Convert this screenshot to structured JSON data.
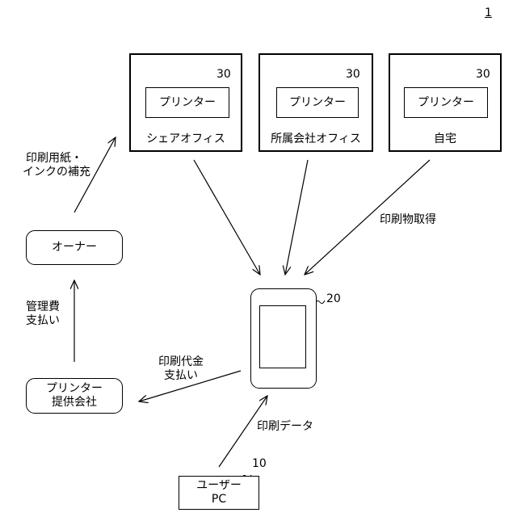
{
  "sheet_number": "1",
  "locations": [
    {
      "ref": "30",
      "printer_label": "プリンター",
      "place_label": "シェアオフィス"
    },
    {
      "ref": "30",
      "printer_label": "プリンター",
      "place_label": "所属会社オフィス"
    },
    {
      "ref": "30",
      "printer_label": "プリンター",
      "place_label": "自宅"
    }
  ],
  "owner": {
    "label": "オーナー"
  },
  "printer_provider": {
    "line1": "プリンター",
    "line2": "提供会社"
  },
  "mobile_device": {
    "ref": "20"
  },
  "user_pc": {
    "ref": "10",
    "line1": "ユーザー",
    "line2": "PC"
  },
  "labels": {
    "supplies": [
      "印刷用紙・",
      "インクの補充"
    ],
    "management_fee": [
      "管理費",
      "支払い"
    ],
    "print_fee": [
      "印刷代金",
      "支払い"
    ],
    "print_retrieval": "印刷物取得",
    "print_data": "印刷データ"
  }
}
